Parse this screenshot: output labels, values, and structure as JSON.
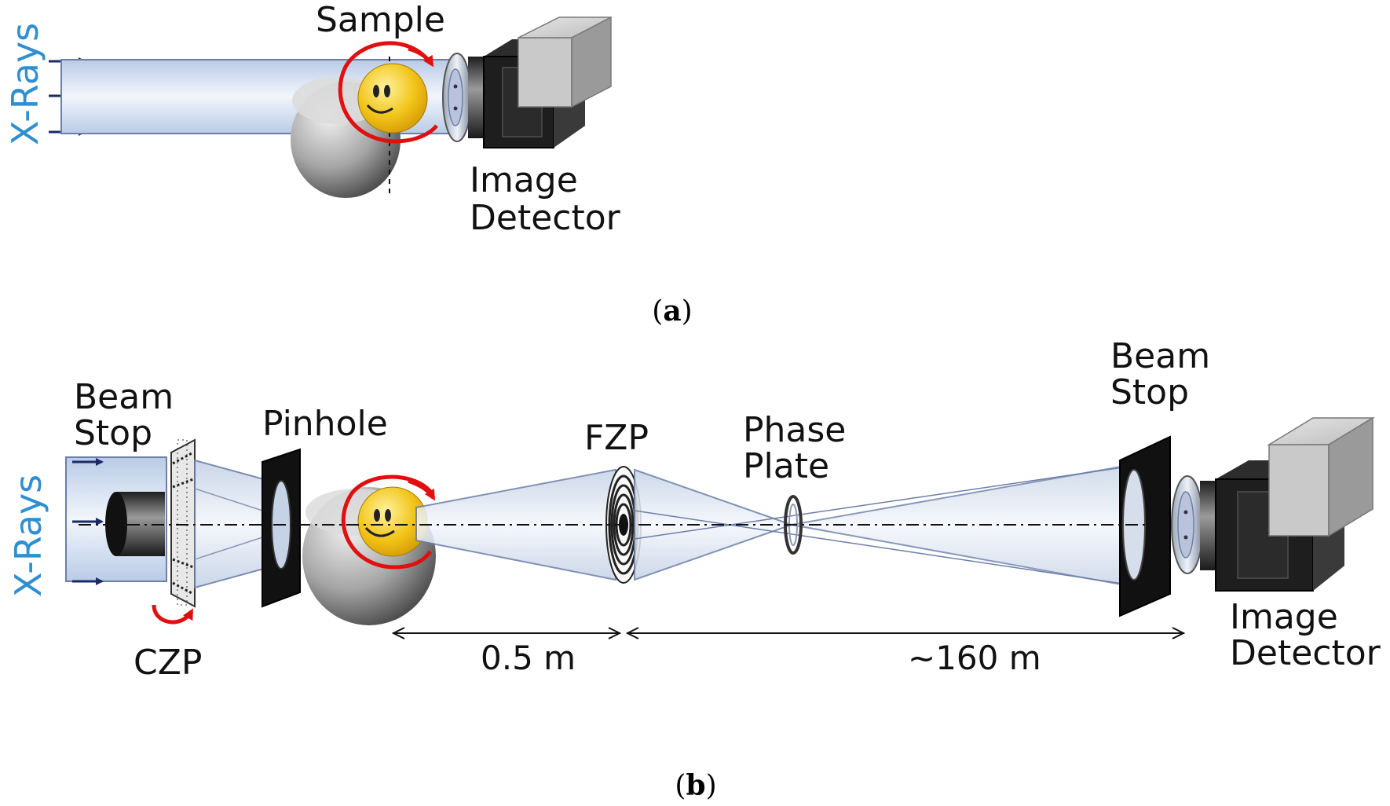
{
  "colors": {
    "xray_label": "#2f8fd0",
    "beam_fill": "#d8e4f4",
    "beam_edge": "#6c7fa8",
    "arrow": "#1a2a66",
    "rotation": "#e01010",
    "sample": "#f2c418",
    "detector_front": "#2a2a2a",
    "detector_box": "#b4b4b4"
  },
  "panel_a": {
    "caption_open": "(",
    "caption_letter": "a",
    "caption_close": ")",
    "xray_label": "X-Rays",
    "sample_label": "Sample",
    "detector_label_line1": "Image",
    "detector_label_line2": "Detector"
  },
  "panel_b": {
    "caption_open": "(",
    "caption_letter": "b",
    "caption_close": ")",
    "xray_label": "X-Rays",
    "beamstop_left_line1": "Beam",
    "beamstop_left_line2": "Stop",
    "czp_label": "CZP",
    "pinhole_label": "Pinhole",
    "fzp_label": "FZP",
    "phase_plate_line1": "Phase",
    "phase_plate_line2": "Plate",
    "beamstop_right_line1": "Beam",
    "beamstop_right_line2": "Stop",
    "detector_label_line1": "Image",
    "detector_label_line2": "Detector",
    "distance_1": "0.5 m",
    "distance_2": "~160 m"
  }
}
